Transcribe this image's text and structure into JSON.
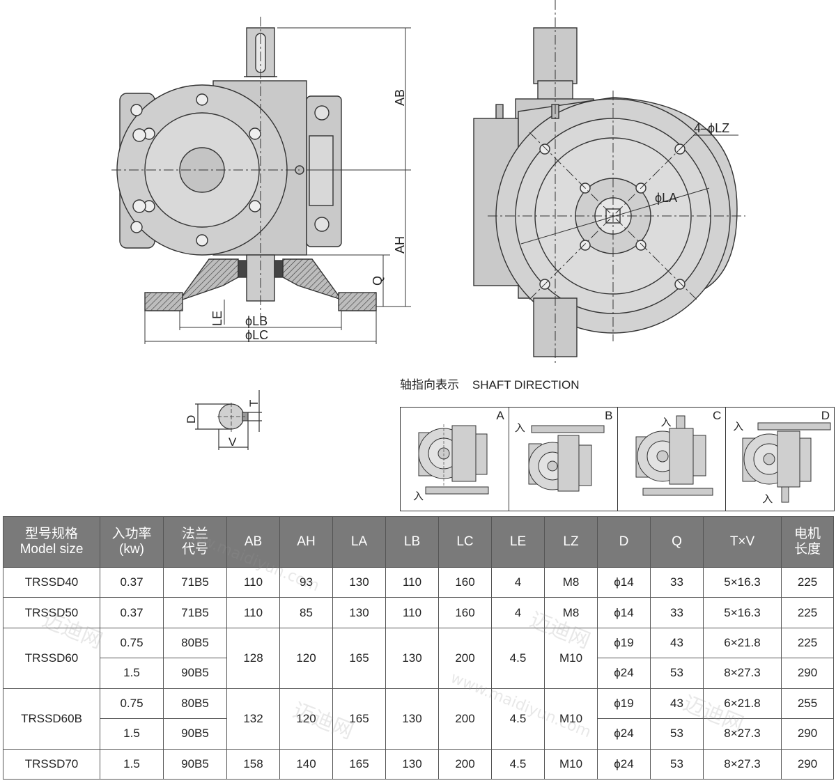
{
  "drawing": {
    "dims": {
      "ab": "AB",
      "ah": "AH",
      "q": "Q",
      "le": "LE",
      "lb": "ϕLB",
      "lc": "ϕLC",
      "lz": "4–ϕLZ",
      "la": "ϕLA",
      "d": "D",
      "t": "T",
      "v": "V"
    },
    "shaft_direction_title": "轴指向表示    SHAFT DIRECTION",
    "panels": [
      {
        "label": "A",
        "in": "入"
      },
      {
        "label": "B",
        "in": "入"
      },
      {
        "label": "C",
        "in": "入"
      },
      {
        "label": "D",
        "in": "入"
      }
    ]
  },
  "table": {
    "headers": [
      "型号规格\nModel size",
      "入功率\n(kw)",
      "法兰\n代号",
      "AB",
      "AH",
      "LA",
      "LB",
      "LC",
      "LE",
      "LZ",
      "D",
      "Q",
      "T×V",
      "电机\n长度"
    ],
    "rows": {
      "r1": {
        "model": "TRSSD40",
        "kw": "0.37",
        "flange": "71B5",
        "ab": "110",
        "ah": "93",
        "la": "130",
        "lb": "110",
        "lc": "160",
        "le": "4",
        "lz": "M8",
        "d": "ϕ14",
        "q": "33",
        "tv": "5×16.3",
        "len": "225"
      },
      "r2": {
        "model": "TRSSD50",
        "kw": "0.37",
        "flange": "71B5",
        "ab": "110",
        "ah": "85",
        "la": "130",
        "lb": "110",
        "lc": "160",
        "le": "4",
        "lz": "M8",
        "d": "ϕ14",
        "q": "33",
        "tv": "5×16.3",
        "len": "225"
      },
      "r3": {
        "model": "TRSSD60",
        "ab": "128",
        "ah": "120",
        "la": "165",
        "lb": "130",
        "lc": "200",
        "le": "4.5",
        "lz": "M10",
        "a": {
          "kw": "0.75",
          "flange": "80B5",
          "d": "ϕ19",
          "q": "43",
          "tv": "6×21.8",
          "len": "225"
        },
        "b": {
          "kw": "1.5",
          "flange": "90B5",
          "d": "ϕ24",
          "q": "53",
          "tv": "8×27.3",
          "len": "290"
        }
      },
      "r4": {
        "model": "TRSSD60B",
        "ab": "132",
        "ah": "120",
        "la": "165",
        "lb": "130",
        "lc": "200",
        "le": "4.5",
        "lz": "M10",
        "a": {
          "kw": "0.75",
          "flange": "80B5",
          "d": "ϕ19",
          "q": "43",
          "tv": "6×21.8",
          "len": "255"
        },
        "b": {
          "kw": "1.5",
          "flange": "90B5",
          "d": "ϕ24",
          "q": "53",
          "tv": "8×27.3",
          "len": "290"
        }
      },
      "r5": {
        "model": "TRSSD70",
        "kw": "1.5",
        "flange": "90B5",
        "ab": "158",
        "ah": "140",
        "la": "165",
        "lb": "130",
        "lc": "200",
        "le": "4.5",
        "lz": "M10",
        "d": "ϕ24",
        "q": "53",
        "tv": "8×27.3",
        "len": "290"
      }
    }
  },
  "watermark": {
    "cn": "迈迪网",
    "en": "www.maidiyun.com"
  }
}
